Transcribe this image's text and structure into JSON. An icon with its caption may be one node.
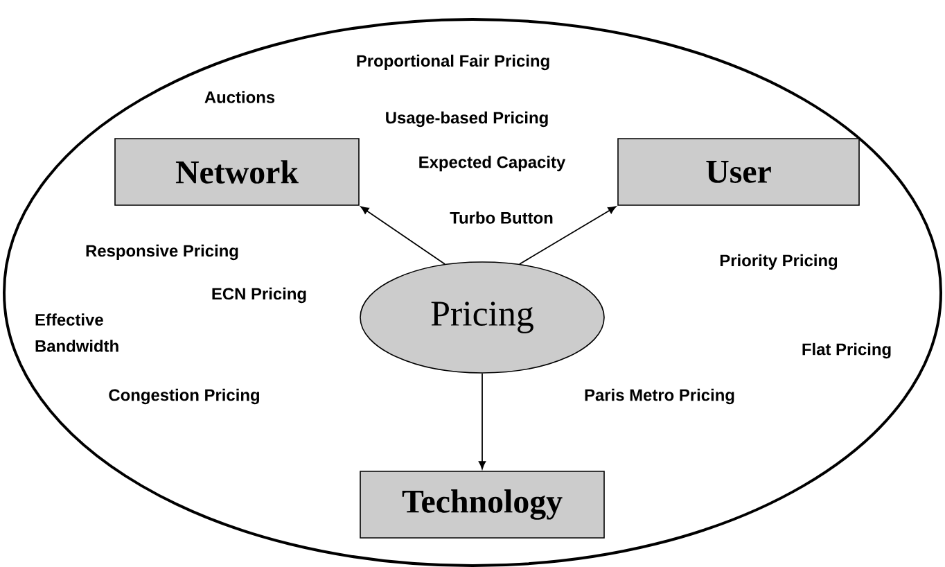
{
  "diagram": {
    "nodes": [
      {
        "text": [
          "Network"
        ]
      },
      {
        "text": [
          "User"
        ]
      },
      {
        "text": [
          "Technology"
        ]
      },
      {
        "text": [
          "Pricing"
        ]
      }
    ],
    "edges": [
      {
        "from": 3,
        "to": 0,
        "arrow": "to"
      },
      {
        "from": 3,
        "to": 1,
        "arrow": "to"
      },
      {
        "from": 3,
        "to": 2,
        "arrow": "to"
      }
    ],
    "labels": [
      "Proportional Fair Pricing",
      "Auctions",
      "Usage-based Pricing",
      "Expected Capacity",
      "Turbo Button",
      "Responsive Pricing",
      "Priority Pricing",
      "ECN Pricing",
      "Effective Bandwidth",
      "Flat Pricing",
      "Congestion Pricing",
      "Paris Metro Pricing"
    ]
  }
}
